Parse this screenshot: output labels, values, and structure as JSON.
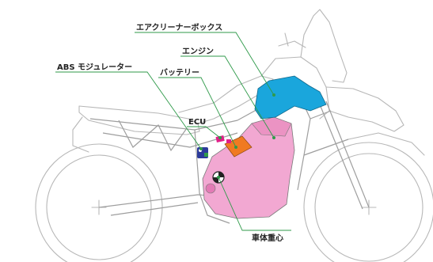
{
  "labels": {
    "air_cleaner_box": "エアクリーナーボックス",
    "engine": "エンジン",
    "abs_modulator": "ABS モジュレーター",
    "battery": "バッテリー",
    "ecu": "ECU",
    "center_of_gravity": "車体重心"
  },
  "colors": {
    "air_cleaner_box": "#1aa6dc",
    "engine": "#f2a8d2",
    "battery": "#f07a22",
    "ecu": "#e0208a",
    "abs_modulator": "#2b3a9a",
    "leader_line": "#2f9a4a",
    "outline": "#b7b7b7"
  },
  "icons": {
    "center_of_gravity": "center-of-gravity-icon",
    "wheel_axle": "crosshair-icon"
  }
}
